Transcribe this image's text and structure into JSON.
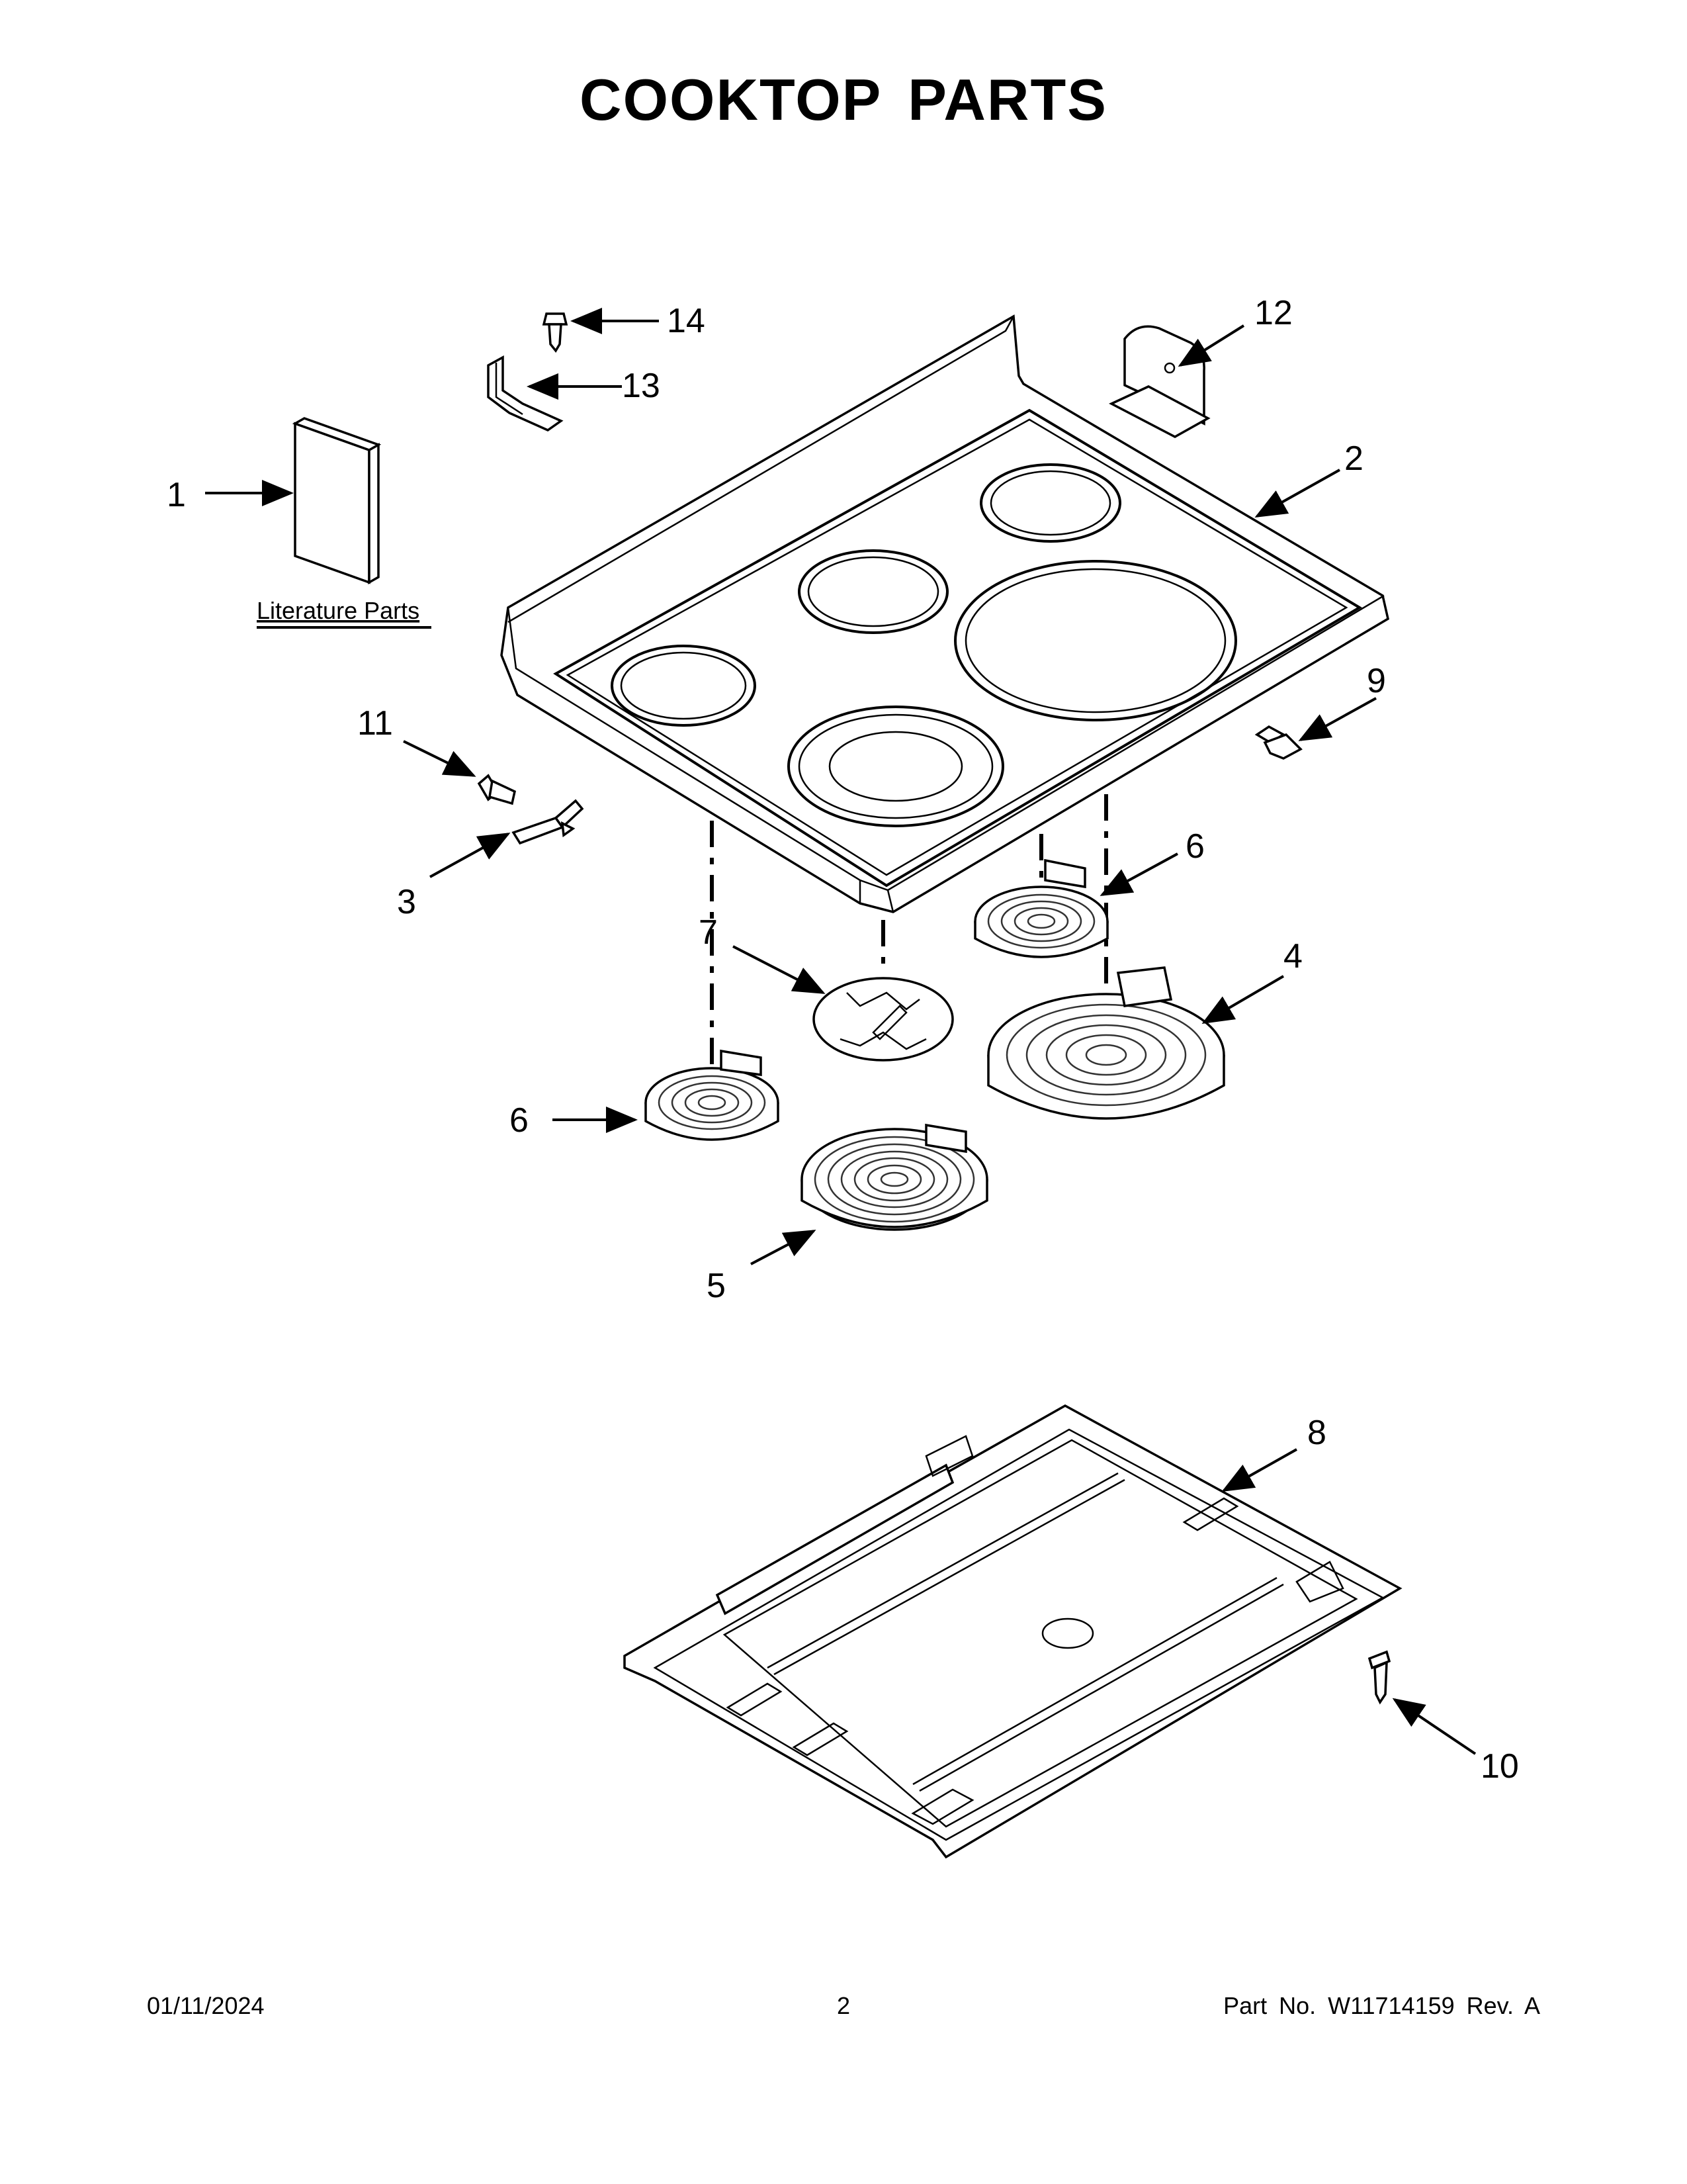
{
  "title": "COOKTOP PARTS",
  "literature_label": "Literature Parts",
  "callouts": {
    "c1": "1",
    "c2": "2",
    "c3": "3",
    "c4": "4",
    "c5": "5",
    "c6a": "6",
    "c6b": "6",
    "c7": "7",
    "c8": "8",
    "c9": "9",
    "c10": "10",
    "c11": "11",
    "c12": "12",
    "c13": "13",
    "c14": "14"
  },
  "footer": {
    "date": "01/11/2024",
    "page": "2",
    "part_no": "Part No.  W11714159  Rev.  A"
  }
}
